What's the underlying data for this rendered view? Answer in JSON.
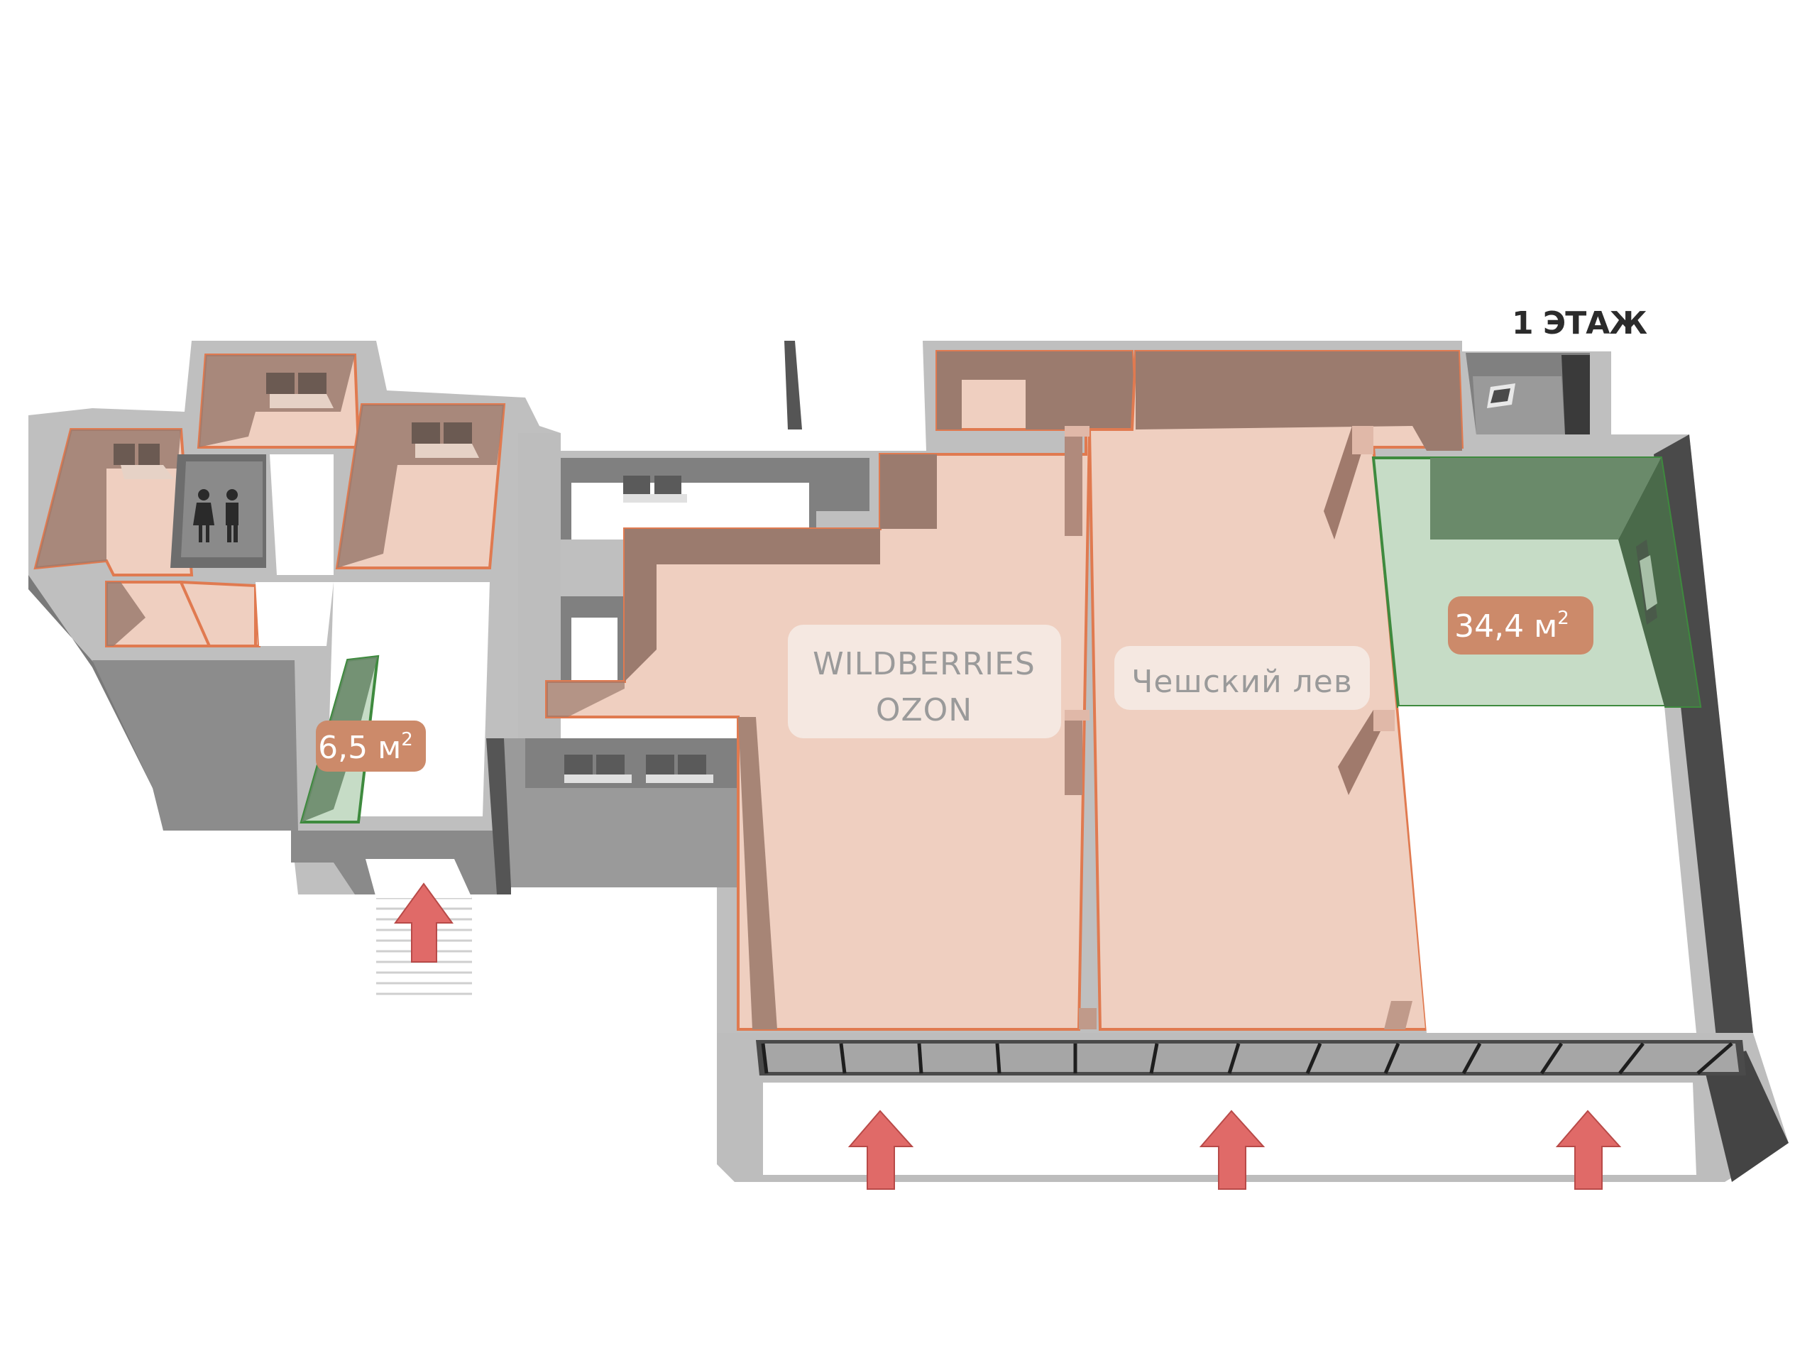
{
  "floor": {
    "label": "1 ЭТАЖ"
  },
  "tenants": [
    {
      "line1": "WILDBERRIES",
      "line2": "OZON"
    },
    {
      "line1": "Чешский лев"
    }
  ],
  "areas": [
    {
      "value": "34,4 м",
      "sup": "2"
    },
    {
      "value": "6,5 м",
      "sup": "2"
    }
  ],
  "colors": {
    "wall_top": "#bfbfbf",
    "wall_side": "#808080",
    "wall_dark": "#4a4a4a",
    "rented": "#efcfc0",
    "rented_wall": "#9b7b6e",
    "rented_outline": "#e07a50",
    "free": "#c6dcc6",
    "free_wall": "#6a8a6a",
    "free_outline": "#3e8a3e",
    "area_badge": "#cc8a6a",
    "arrow": "#e06a68",
    "label_bg": "#f6ece6"
  },
  "icons": {
    "restroom": "restroom-icon",
    "window": "window-icon",
    "entrance": "entrance-arrow-icon",
    "stairs": "stairs-icon"
  }
}
